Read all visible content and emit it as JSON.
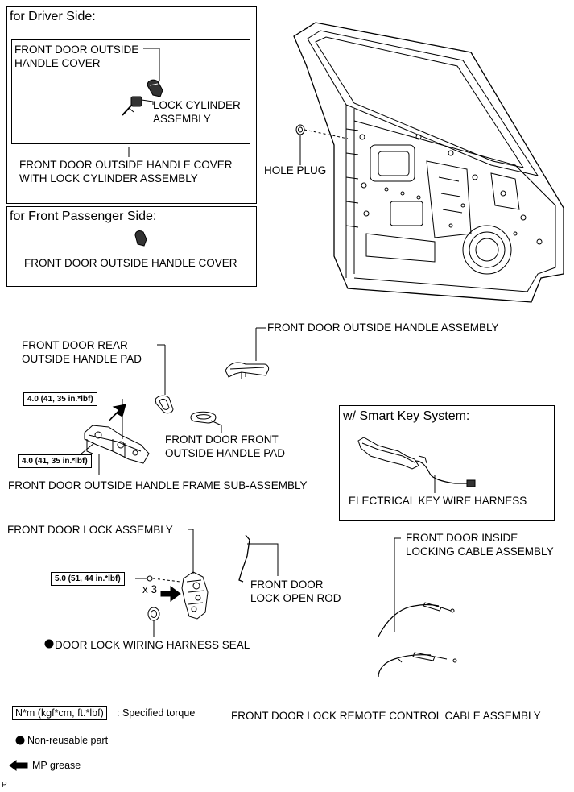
{
  "driver_side": {
    "heading": "for Driver Side:",
    "outside_handle_cover": "FRONT DOOR OUTSIDE\nHANDLE COVER",
    "lock_cylinder": "LOCK CYLINDER\nASSEMBLY",
    "cover_with_cylinder": "FRONT DOOR OUTSIDE HANDLE COVER\nWITH LOCK CYLINDER ASSEMBLY"
  },
  "passenger_side": {
    "heading": "for Front Passenger Side:",
    "outside_handle_cover": "FRONT DOOR OUTSIDE HANDLE COVER"
  },
  "door": {
    "hole_plug": "HOLE PLUG"
  },
  "handle_group": {
    "outside_handle_assembly": "FRONT DOOR OUTSIDE HANDLE ASSEMBLY",
    "rear_pad": "FRONT DOOR REAR\nOUTSIDE HANDLE PAD",
    "front_pad": "FRONT DOOR FRONT\nOUTSIDE HANDLE PAD",
    "frame_sub_assembly": "FRONT DOOR OUTSIDE HANDLE FRAME SUB-ASSEMBLY",
    "torque_upper": "4.0 (41, 35 in.*lbf)",
    "torque_lower": "4.0 (41, 35 in.*lbf)"
  },
  "smart_key": {
    "heading": "w/ Smart Key System:",
    "harness": "ELECTRICAL KEY WIRE HARNESS"
  },
  "lock_group": {
    "lock_assembly": "FRONT DOOR LOCK ASSEMBLY",
    "torque": "5.0 (51, 44 in.*lbf)",
    "qty": "x 3",
    "open_rod": "FRONT DOOR\nLOCK OPEN ROD",
    "harness_seal": "DOOR LOCK WIRING HARNESS SEAL",
    "inside_locking_cable": "FRONT DOOR INSIDE\nLOCKING CABLE ASSEMBLY",
    "remote_control_cable": "FRONT DOOR LOCK REMOTE CONTROL CABLE ASSEMBLY"
  },
  "legend": {
    "torque_units": "N*m (kgf*cm, ft.*lbf)",
    "torque_desc": ": Specified torque",
    "non_reusable": "Non-reusable part",
    "mp_grease": "MP grease"
  },
  "corner_mark": "P"
}
